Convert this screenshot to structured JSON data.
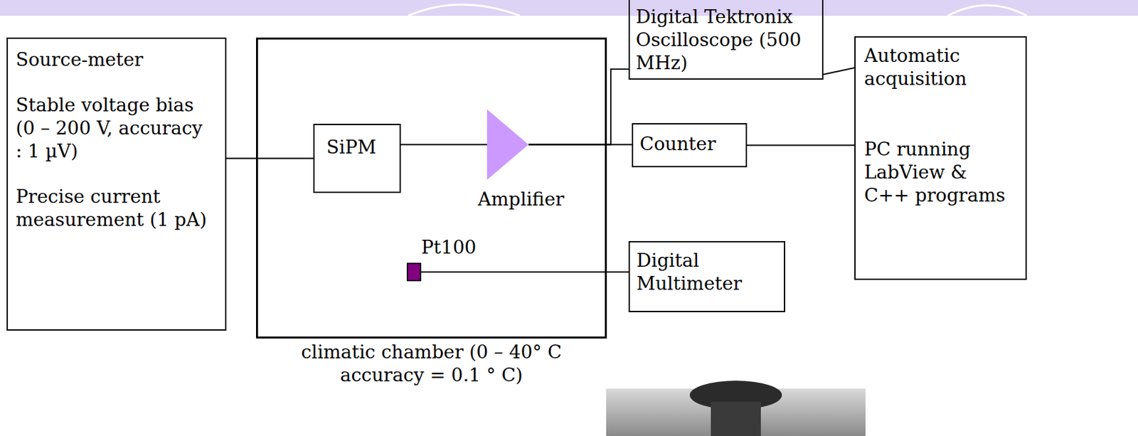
{
  "diagram": {
    "nodes": [
      {
        "text": [
          "Source-meter",
          "Stable voltage bias (0 – 200 V, accuracy : 1 µV)",
          "Precise current measurement (1 pA)"
        ]
      },
      {
        "text": [
          "climatic chamber (0 – 40° C accuracy = 0.1 ° C)"
        ]
      },
      {
        "text": [
          "SiPM"
        ],
        "in": 1
      },
      {
        "text": [
          "Amplifier"
        ],
        "in": 1
      },
      {
        "text": [
          "Pt100"
        ],
        "in": 1
      },
      {
        "text": [
          "Digital Tektronix Oscilloscope (500 MHz)"
        ]
      },
      {
        "text": [
          "Counter"
        ]
      },
      {
        "text": [
          "Automatic acquisition",
          "PC running LabView & C++ programs"
        ]
      },
      {
        "text": [
          "Digital Multimeter"
        ]
      }
    ],
    "edges": [
      {
        "from": 0,
        "to": 2,
        "arrow": "none"
      },
      {
        "from": 2,
        "to": 3,
        "arrow": "none"
      },
      {
        "from": 3,
        "to": 6,
        "arrow": "none"
      },
      {
        "from": 3,
        "to": 5,
        "arrow": "none"
      },
      {
        "from": 5,
        "to": 7,
        "arrow": "none"
      },
      {
        "from": 6,
        "to": 7,
        "arrow": "none"
      },
      {
        "from": 4,
        "to": 8,
        "arrow": "none"
      }
    ]
  }
}
